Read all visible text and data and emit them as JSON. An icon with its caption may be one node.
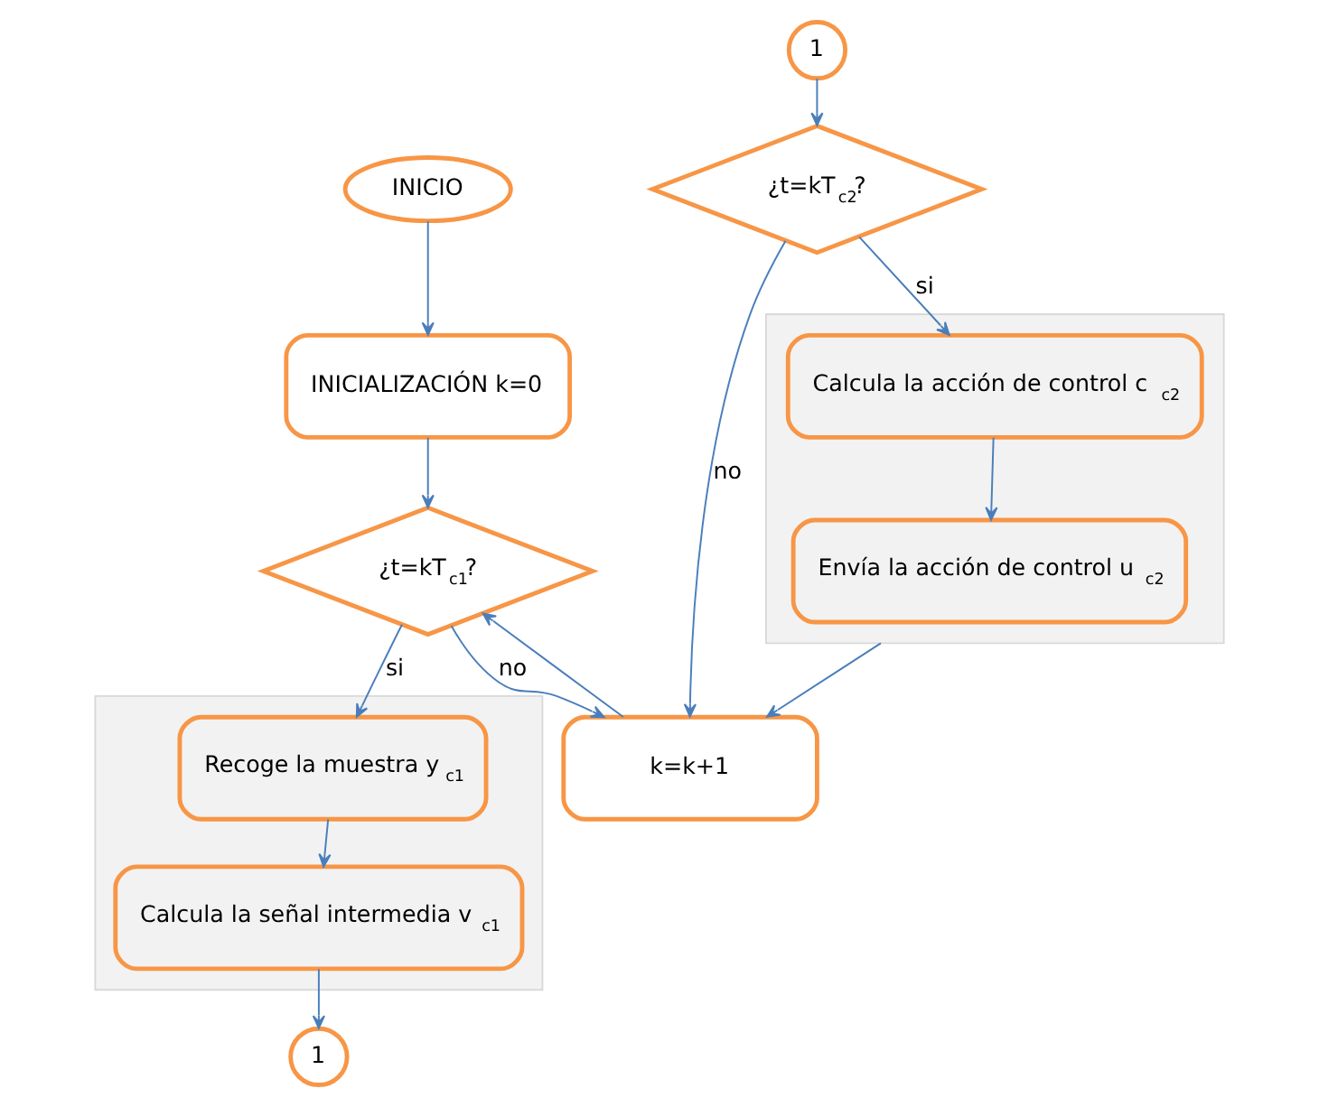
{
  "diagram": {
    "nodes": [
      {
        "text": [
          "INICIO"
        ]
      },
      {
        "text": [
          "INICIALIZACIÓN k=0"
        ]
      },
      {
        "text": [
          "¿t=kT$_{c1}$?"
        ]
      },
      {
        "text": [
          "k=k+1"
        ]
      },
      {
        "text": [],
        "shape": "box"
      },
      {
        "text": [
          "Recoge la muestra y$_{c1}$"
        ],
        "in": 4
      },
      {
        "text": [
          "Calcula la señal intermedia v$_{c1}$"
        ],
        "in": 4
      },
      {
        "text": [
          "1"
        ]
      },
      {
        "text": [
          "1"
        ]
      },
      {
        "text": [
          "¿t=kT$_{c2}$?"
        ]
      },
      {
        "text": [],
        "shape": "box"
      },
      {
        "text": [
          "Calcula la acción de control c$_{c2}$"
        ],
        "in": 10
      },
      {
        "text": [
          "Envía la acción de control u$_{c2}$"
        ],
        "in": 10
      }
    ],
    "edges": [
      {
        "from": 0,
        "to": 1,
        "arrow": "to"
      },
      {
        "from": 1,
        "to": 2,
        "arrow": "to"
      },
      {
        "from": 3,
        "to": 2,
        "arrow": "to"
      },
      {
        "from": 2,
        "to": 3,
        "arrow": "to",
        "label": "no"
      },
      {
        "from": 2,
        "to": 5,
        "arrow": "to",
        "label": "si"
      },
      {
        "from": 5,
        "to": 6,
        "arrow": "to"
      },
      {
        "from": 6,
        "to": 7,
        "arrow": "to"
      },
      {
        "from": 8,
        "to": 9,
        "arrow": "to"
      },
      {
        "from": 9,
        "to": 3,
        "arrow": "to",
        "label": "no"
      },
      {
        "from": 9,
        "to": 11,
        "arrow": "to",
        "label": "si"
      },
      {
        "from": 11,
        "to": 12,
        "arrow": "to"
      },
      {
        "from": 10,
        "to": 3,
        "arrow": "to"
      }
    ]
  }
}
